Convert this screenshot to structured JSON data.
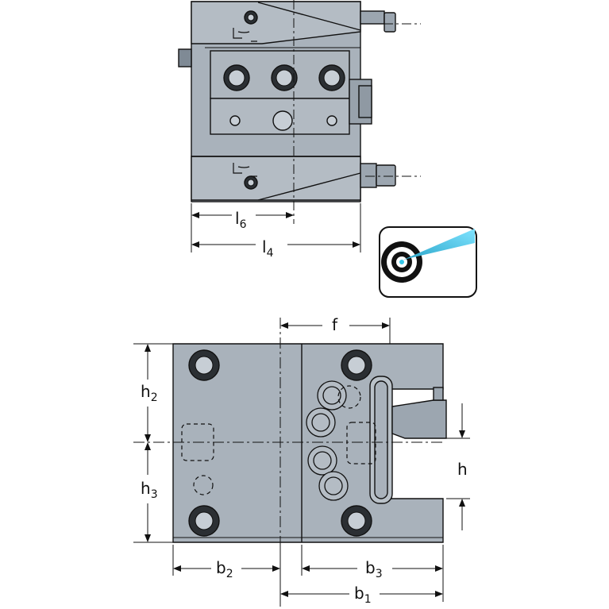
{
  "dimensions": {
    "l6": {
      "main": "l",
      "sub": "6"
    },
    "l4": {
      "main": "l",
      "sub": "4"
    },
    "f": {
      "main": "f",
      "sub": ""
    },
    "h2": {
      "main": "h",
      "sub": "2"
    },
    "h3": {
      "main": "h",
      "sub": "3"
    },
    "h": {
      "main": "h",
      "sub": ""
    },
    "b2": {
      "main": "b",
      "sub": "2"
    },
    "b3": {
      "main": "b",
      "sub": "3"
    },
    "b1": {
      "main": "b",
      "sub": "1"
    }
  },
  "icons": {
    "coolant": "coolant-target-icon"
  },
  "colors": {
    "part_fill": "#a9b2bb",
    "part_dark": "#6f7a85",
    "outline": "#111111",
    "coolant_jet": "#35c6e8"
  }
}
